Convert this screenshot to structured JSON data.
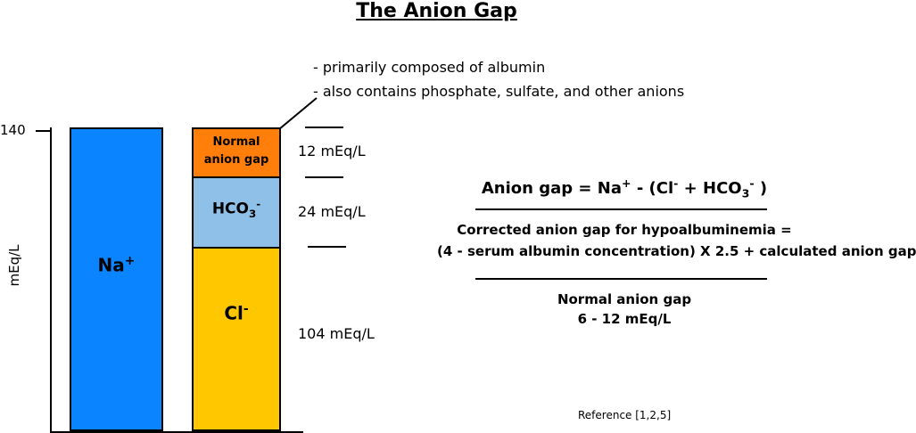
{
  "title": "The Anion Gap",
  "note_lines": [
    "- primarily composed of albumin",
    "- also contains phosphate, sulfate, and other anions"
  ],
  "y_axis": {
    "label": "mEq/L",
    "tick": "140"
  },
  "bars": {
    "sodium": {
      "symbol": "Na",
      "charge": "+"
    },
    "anion_gap": {
      "line1": "Normal",
      "line2": "anion gap",
      "value": "12 mEq/L"
    },
    "bicarbonate": {
      "symbol": "HCO",
      "subscript": "3",
      "charge": "-",
      "value": "24 mEq/L"
    },
    "chloride": {
      "symbol": "Cl",
      "charge": "-",
      "value": "104 mEq/L"
    }
  },
  "formulas": {
    "anion_gap": {
      "prefix": "Anion gap = Na",
      "na_charge": "+",
      "middle": " - (Cl",
      "cl_charge": "-",
      "plus": " + HCO",
      "hco3_sub": "3",
      "hco3_charge": "-",
      "suffix": " )"
    },
    "corrected_line1": "Corrected anion gap for hypoalbuminemia =",
    "corrected_line2": "(4 - serum albumin concentration) X 2.5 + calculated anion gap",
    "normal_line1": "Normal anion gap",
    "normal_line2": "6 - 12 mEq/L"
  },
  "reference": "Reference [1,2,5]"
}
